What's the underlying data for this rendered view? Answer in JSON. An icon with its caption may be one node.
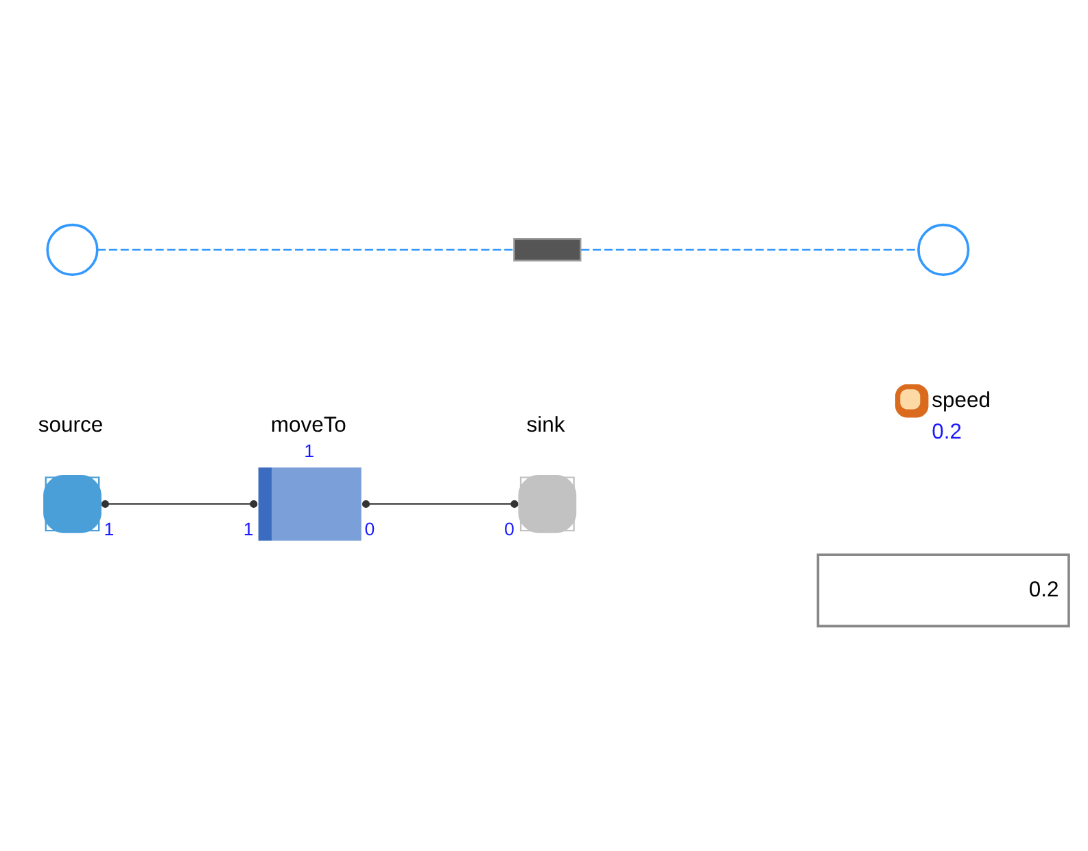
{
  "diagram": {
    "nodes": [
      {
        "text": [],
        "shape": "circle"
      },
      {
        "text": [],
        "shape": "box"
      },
      {
        "text": [],
        "shape": "circle"
      },
      {
        "text": [
          "source"
        ],
        "beside": [
          "1"
        ]
      },
      {
        "text": [
          "moveTo"
        ],
        "beside": [
          "1",
          "1",
          "0"
        ]
      },
      {
        "text": [
          "sink"
        ],
        "beside": [
          "0"
        ]
      },
      {
        "text": [
          "speed",
          "0.2"
        ]
      },
      {
        "text": [
          "0.2"
        ]
      }
    ],
    "edges": [
      {
        "from": 0,
        "to": 1,
        "arrow": "none",
        "style": "dashed",
        "color": "#3399ff"
      },
      {
        "from": 1,
        "to": 2,
        "arrow": "none",
        "style": "dashed",
        "color": "#3399ff"
      },
      {
        "from": 3,
        "to": 4,
        "arrow": "other",
        "color": "#333333"
      },
      {
        "from": 4,
        "to": 5,
        "arrow": "other",
        "color": "#333333"
      }
    ]
  }
}
